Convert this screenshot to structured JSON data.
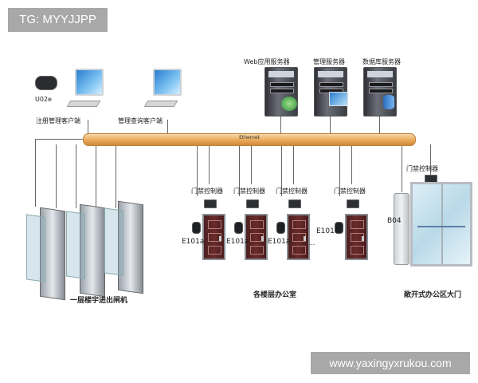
{
  "watermarks": {
    "top_left": "TG: MYYJJPP",
    "bottom_right": "www.yaxingyxrukou.com"
  },
  "network": {
    "bus_label": "Ethernet"
  },
  "servers": [
    {
      "label": "Web应用服务器"
    },
    {
      "label": "管理服务器"
    },
    {
      "label": "数据库服务器"
    }
  ],
  "clients": [
    {
      "label": "注册管理客户端",
      "device_label": "U02e"
    },
    {
      "label": "管理查询客户端"
    }
  ],
  "controllers": [
    {
      "label": "门禁控制器"
    },
    {
      "label": "门禁控制器"
    },
    {
      "label": "门禁控制器"
    },
    {
      "label": "门禁控制器"
    },
    {
      "label": "门禁控制器"
    }
  ],
  "doors": [
    {
      "label": "E101a"
    },
    {
      "label": "E101a"
    },
    {
      "label": "E101a"
    },
    {
      "label": "E101a"
    }
  ],
  "ellipsis": "......",
  "entrance_reader": "B04",
  "sections": {
    "turnstiles": "一层楼宇进出闸机",
    "floors": "各楼层办公室",
    "open_office": "敞开式办公区大门"
  }
}
